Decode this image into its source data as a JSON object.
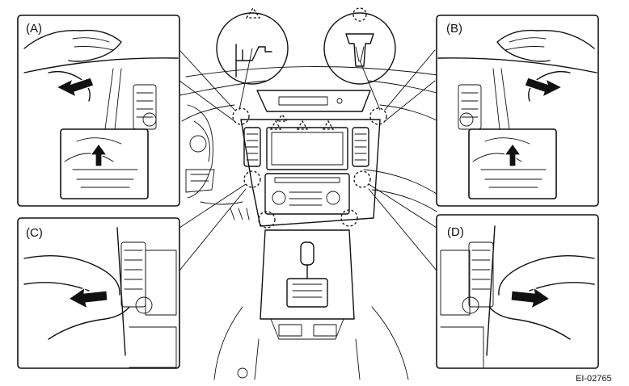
{
  "callouts": {
    "a": "(A)",
    "b": "(B)",
    "c": "(C)",
    "d": "(D)"
  },
  "figure_code": "EI-02765",
  "symbols": {
    "claw": "claw-symbol",
    "clip": "clip-symbol"
  }
}
